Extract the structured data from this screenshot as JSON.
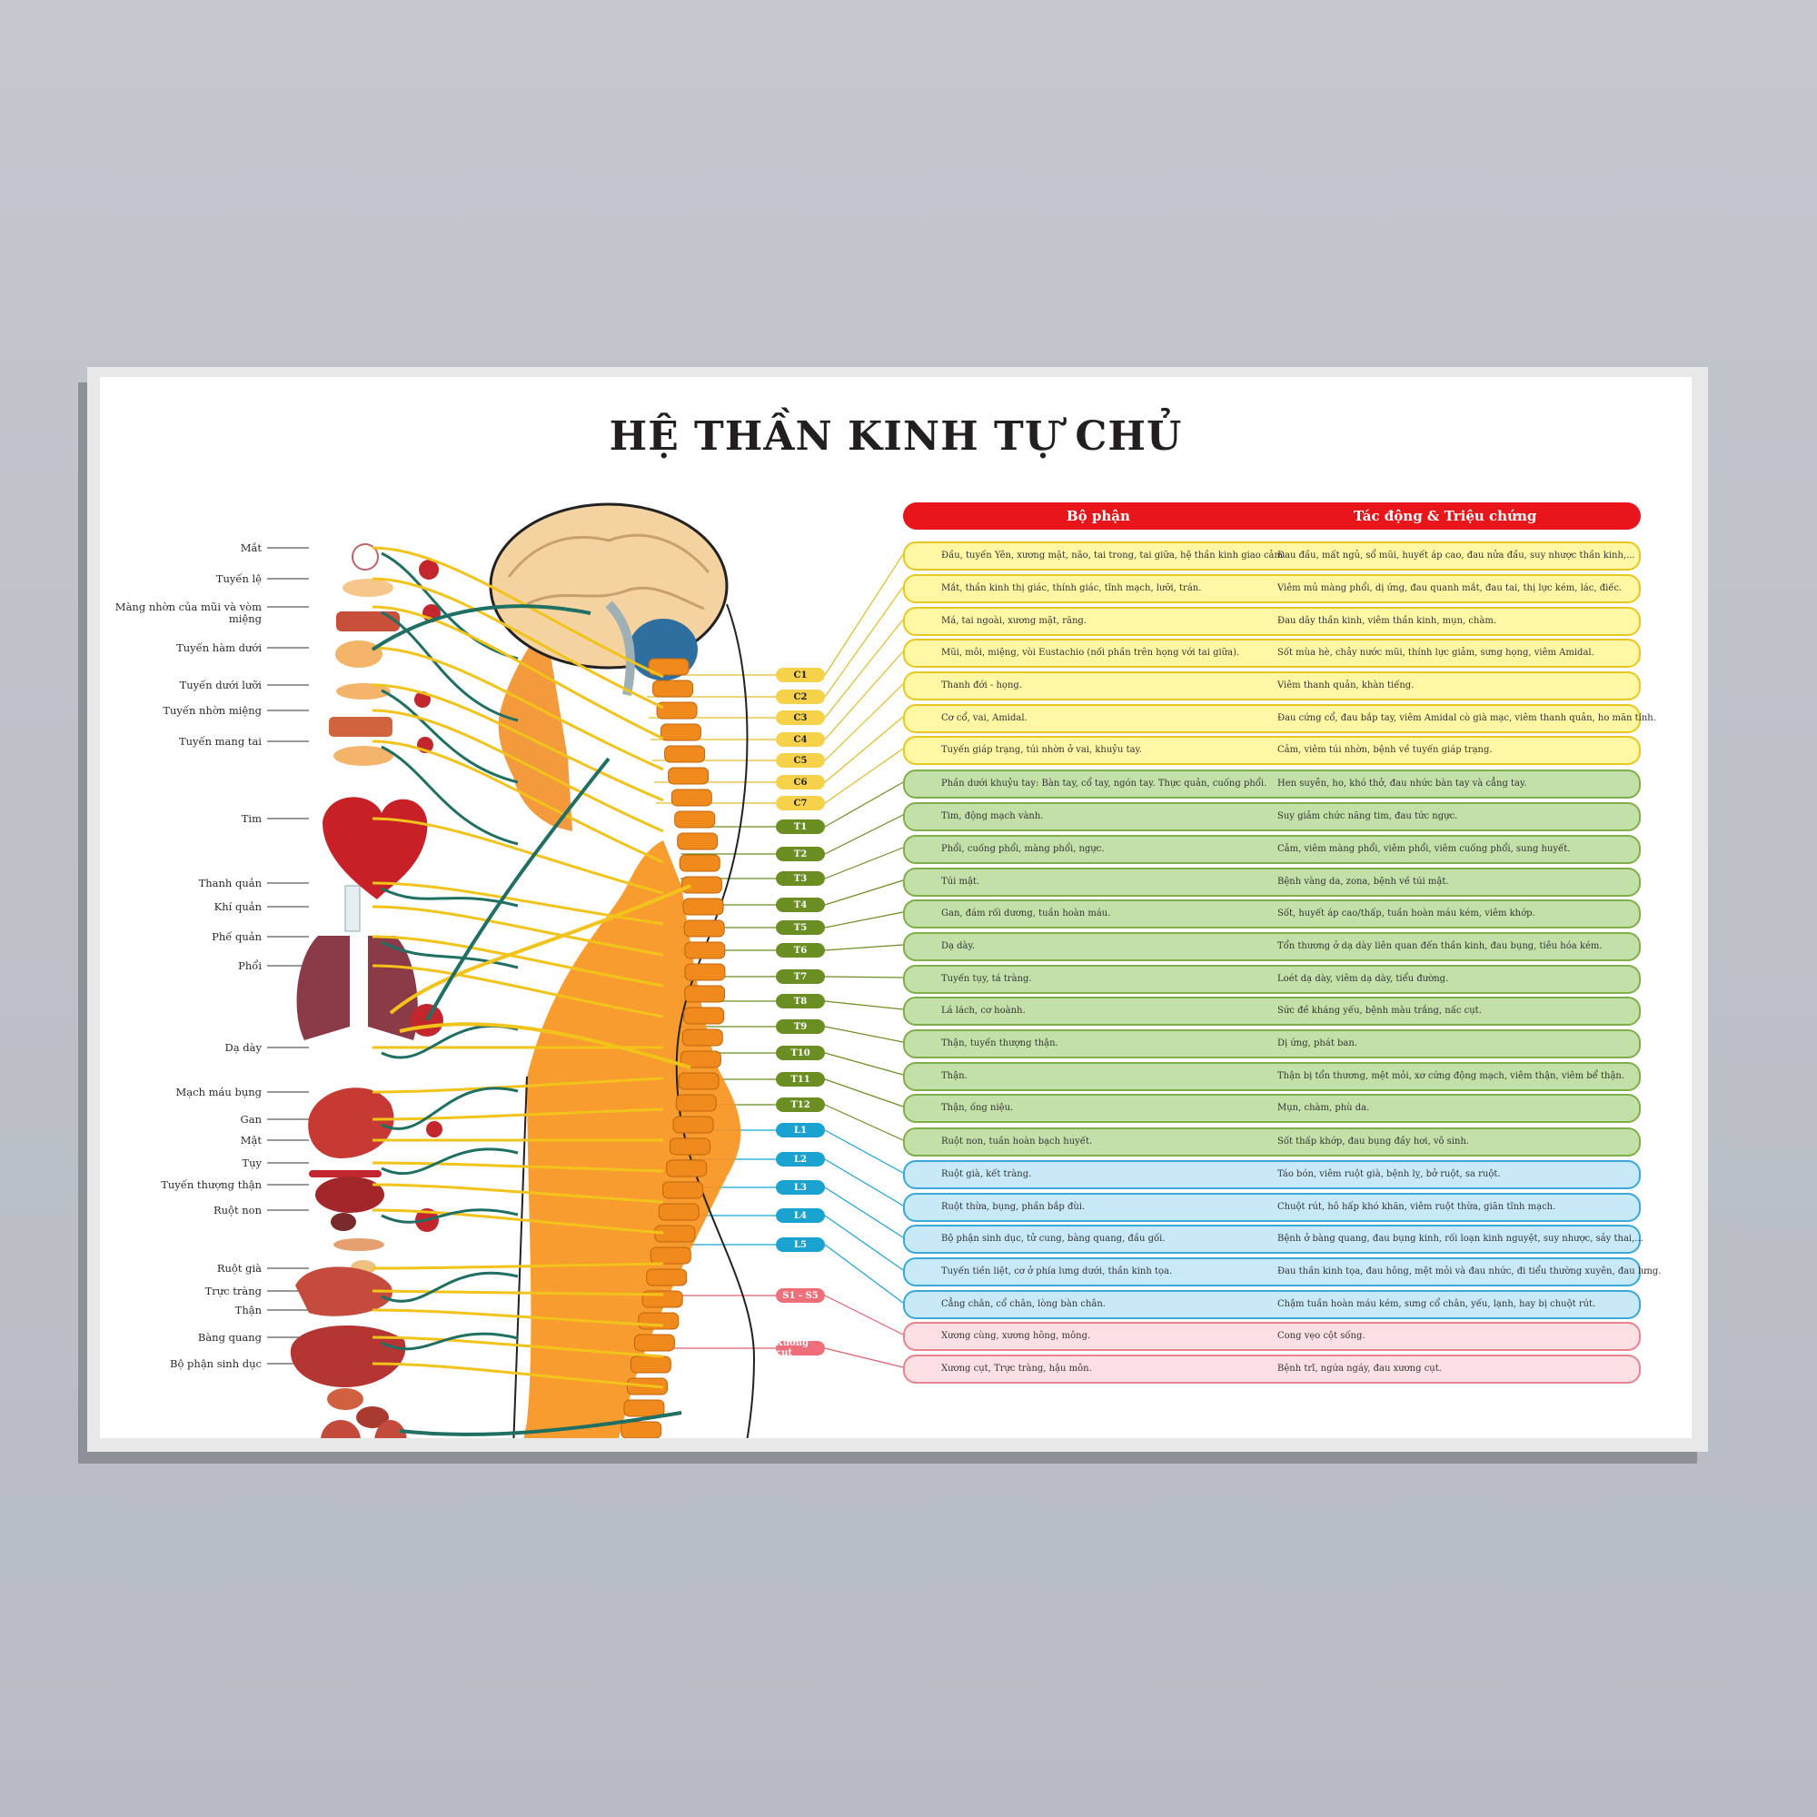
{
  "title": "HỆ THẦN KINH TỰ CHỦ",
  "header": {
    "col1": "Bộ phận",
    "col2": "Tác động & Triệu chứng"
  },
  "organs": [
    "Mắt",
    "Tuyến lệ",
    "Màng nhờn của mũi và vòm miệng",
    "Tuyến hàm dưới",
    "Tuyến dưới lưỡi",
    "Tuyến nhờn miệng",
    "Tuyến mang tai",
    "Tim",
    "Thanh quản",
    "Khí quản",
    "Phế quản",
    "Phổi",
    "Dạ dày",
    "Mạch máu bụng",
    "Gan",
    "Mật",
    "Tụy",
    "Tuyến thượng thận",
    "Ruột non",
    "Ruột già",
    "Trực tràng",
    "Thận",
    "Bàng quang",
    "Bộ phận sinh dục"
  ],
  "vertebrae": [
    "C1",
    "C2",
    "C3",
    "C4",
    "C5",
    "C6",
    "C7",
    "T1",
    "T2",
    "T3",
    "T4",
    "T5",
    "T6",
    "T7",
    "T8",
    "T9",
    "T10",
    "T11",
    "T12",
    "L1",
    "L2",
    "L3",
    "L4",
    "L5",
    "S1 - S5",
    "Xương cụt"
  ],
  "rows": [
    {
      "group": "yellow",
      "part": "Đầu, tuyến Yên, xương mặt, não, tai trong, tai giữa, hệ thần kinh giao cảm.",
      "effect": "Đau đầu, mất ngủ, sổ mũi, huyết áp cao, đau nửa đầu, suy nhược thần kinh,..."
    },
    {
      "group": "yellow",
      "part": "Mắt, thần kinh thị giác, thính giác, tĩnh mạch, lưỡi, trán.",
      "effect": "Viêm mủ màng phổi, dị ứng, đau quanh mắt, đau tai, thị lực kém, lác, điếc."
    },
    {
      "group": "yellow",
      "part": "Má, tai ngoài, xương mặt, răng.",
      "effect": "Đau dây thần kinh, viêm thần kinh, mụn, chàm."
    },
    {
      "group": "yellow",
      "part": "Mũi, môi, miệng, vòi Eustachio (nối phần trên họng với tai giữa).",
      "effect": "Sốt mùa hè, chảy nước mũi, thính lực giảm, sưng họng, viêm Amidal."
    },
    {
      "group": "yellow",
      "part": "Thanh đới - họng.",
      "effect": "Viêm thanh quản, khàn tiếng."
    },
    {
      "group": "yellow",
      "part": "Cơ cổ, vai, Amidal.",
      "effect": "Đau cứng cổ, đau bắp tay, viêm Amidal cò già mạc, viêm thanh quản, ho mãn tính."
    },
    {
      "group": "yellow",
      "part": "Tuyến giáp trạng, túi nhờn ở vai, khuỷu tay.",
      "effect": "Cảm, viêm túi nhờn, bệnh về tuyến giáp trạng."
    },
    {
      "group": "green",
      "part": "Phần dưới khuỷu tay: Bàn tay, cổ tay, ngón tay. Thực quản, cuống phổi.",
      "effect": "Hen suyễn, ho, khó thở, đau nhức bàn tay và cẳng tay."
    },
    {
      "group": "green",
      "part": "Tim, động mạch vành.",
      "effect": "Suy giảm chức năng tim, đau tức ngực."
    },
    {
      "group": "green",
      "part": "Phổi, cuống phổi, màng phổi, ngực.",
      "effect": "Cảm, viêm màng phổi, viêm phổi, viêm cuống phổi, sung huyết."
    },
    {
      "group": "green",
      "part": "Túi mật.",
      "effect": "Bệnh vàng da, zona, bệnh về túi mật."
    },
    {
      "group": "green",
      "part": "Gan, đám rối dương, tuần hoàn máu.",
      "effect": "Sốt, huyết áp cao/thấp, tuần hoàn máu kém, viêm khớp."
    },
    {
      "group": "green",
      "part": "Dạ dày.",
      "effect": "Tổn thương ở dạ dày liên quan đến thần kinh, đau bụng, tiêu hóa kém."
    },
    {
      "group": "green",
      "part": "Tuyến tụy, tá tràng.",
      "effect": "Loét dạ dày, viêm dạ dày, tiểu đường."
    },
    {
      "group": "green",
      "part": "Lá lách, cơ hoành.",
      "effect": "Sức đề kháng yếu, bệnh màu trắng, nấc cụt."
    },
    {
      "group": "green",
      "part": "Thận, tuyến thượng thận.",
      "effect": "Dị ứng, phát ban."
    },
    {
      "group": "green",
      "part": "Thận.",
      "effect": "Thận bị tổn thương, mệt mỏi, xơ cứng động mạch, viêm thận, viêm bể thận."
    },
    {
      "group": "green",
      "part": "Thận, ống niệu.",
      "effect": "Mụn, chàm, phù da."
    },
    {
      "group": "green",
      "part": "Ruột non, tuần hoàn bạch huyết.",
      "effect": "Sốt thấp khớp, đau bụng đầy hơi, vô sinh."
    },
    {
      "group": "blue",
      "part": "Ruột già, kết tràng.",
      "effect": "Táo bón, viêm ruột già, bệnh lỵ, bở ruột, sa ruột."
    },
    {
      "group": "blue",
      "part": "Ruột thừa, bụng, phần bắp đùi.",
      "effect": "Chuột rút, hô hấp khó khăn, viêm ruột thừa, giãn tĩnh mạch."
    },
    {
      "group": "blue",
      "part": "Bộ phận sinh dục, tử cung, bàng quang, đầu gối.",
      "effect": "Bệnh ở bàng quang, đau bụng kinh, rối loạn kinh nguyệt, suy nhược, sảy thai,..."
    },
    {
      "group": "blue",
      "part": "Tuyến tiền liệt, cơ ở phía lưng dưới, thần kinh tọa.",
      "effect": "Đau thần kinh tọa, đau hông, mệt mỏi và đau nhức, đi tiểu thường xuyên, đau lưng."
    },
    {
      "group": "blue",
      "part": "Cẳng chân, cổ chân, lòng bàn chân.",
      "effect": "Chậm tuần hoàn máu kém, sưng cổ chân, yếu, lạnh, hay bị chuột rút."
    },
    {
      "group": "pink",
      "part": "Xương cùng, xương hông, mông.",
      "effect": "Cong vẹo cột sống."
    },
    {
      "group": "pink",
      "part": "Xương cụt, Trực tràng, hậu môn.",
      "effect": "Bệnh trĩ, ngứa ngáy, đau xương cụt."
    }
  ],
  "colors": {
    "header": "#e8151b",
    "yellow": "#fff7a3",
    "green": "#c3e0a8",
    "blue": "#c8e9f8",
    "pink": "#fde0e4",
    "nerve": "#f2c31a",
    "nerve_dark": "#1f6f63",
    "spine": "#f08a1c"
  }
}
